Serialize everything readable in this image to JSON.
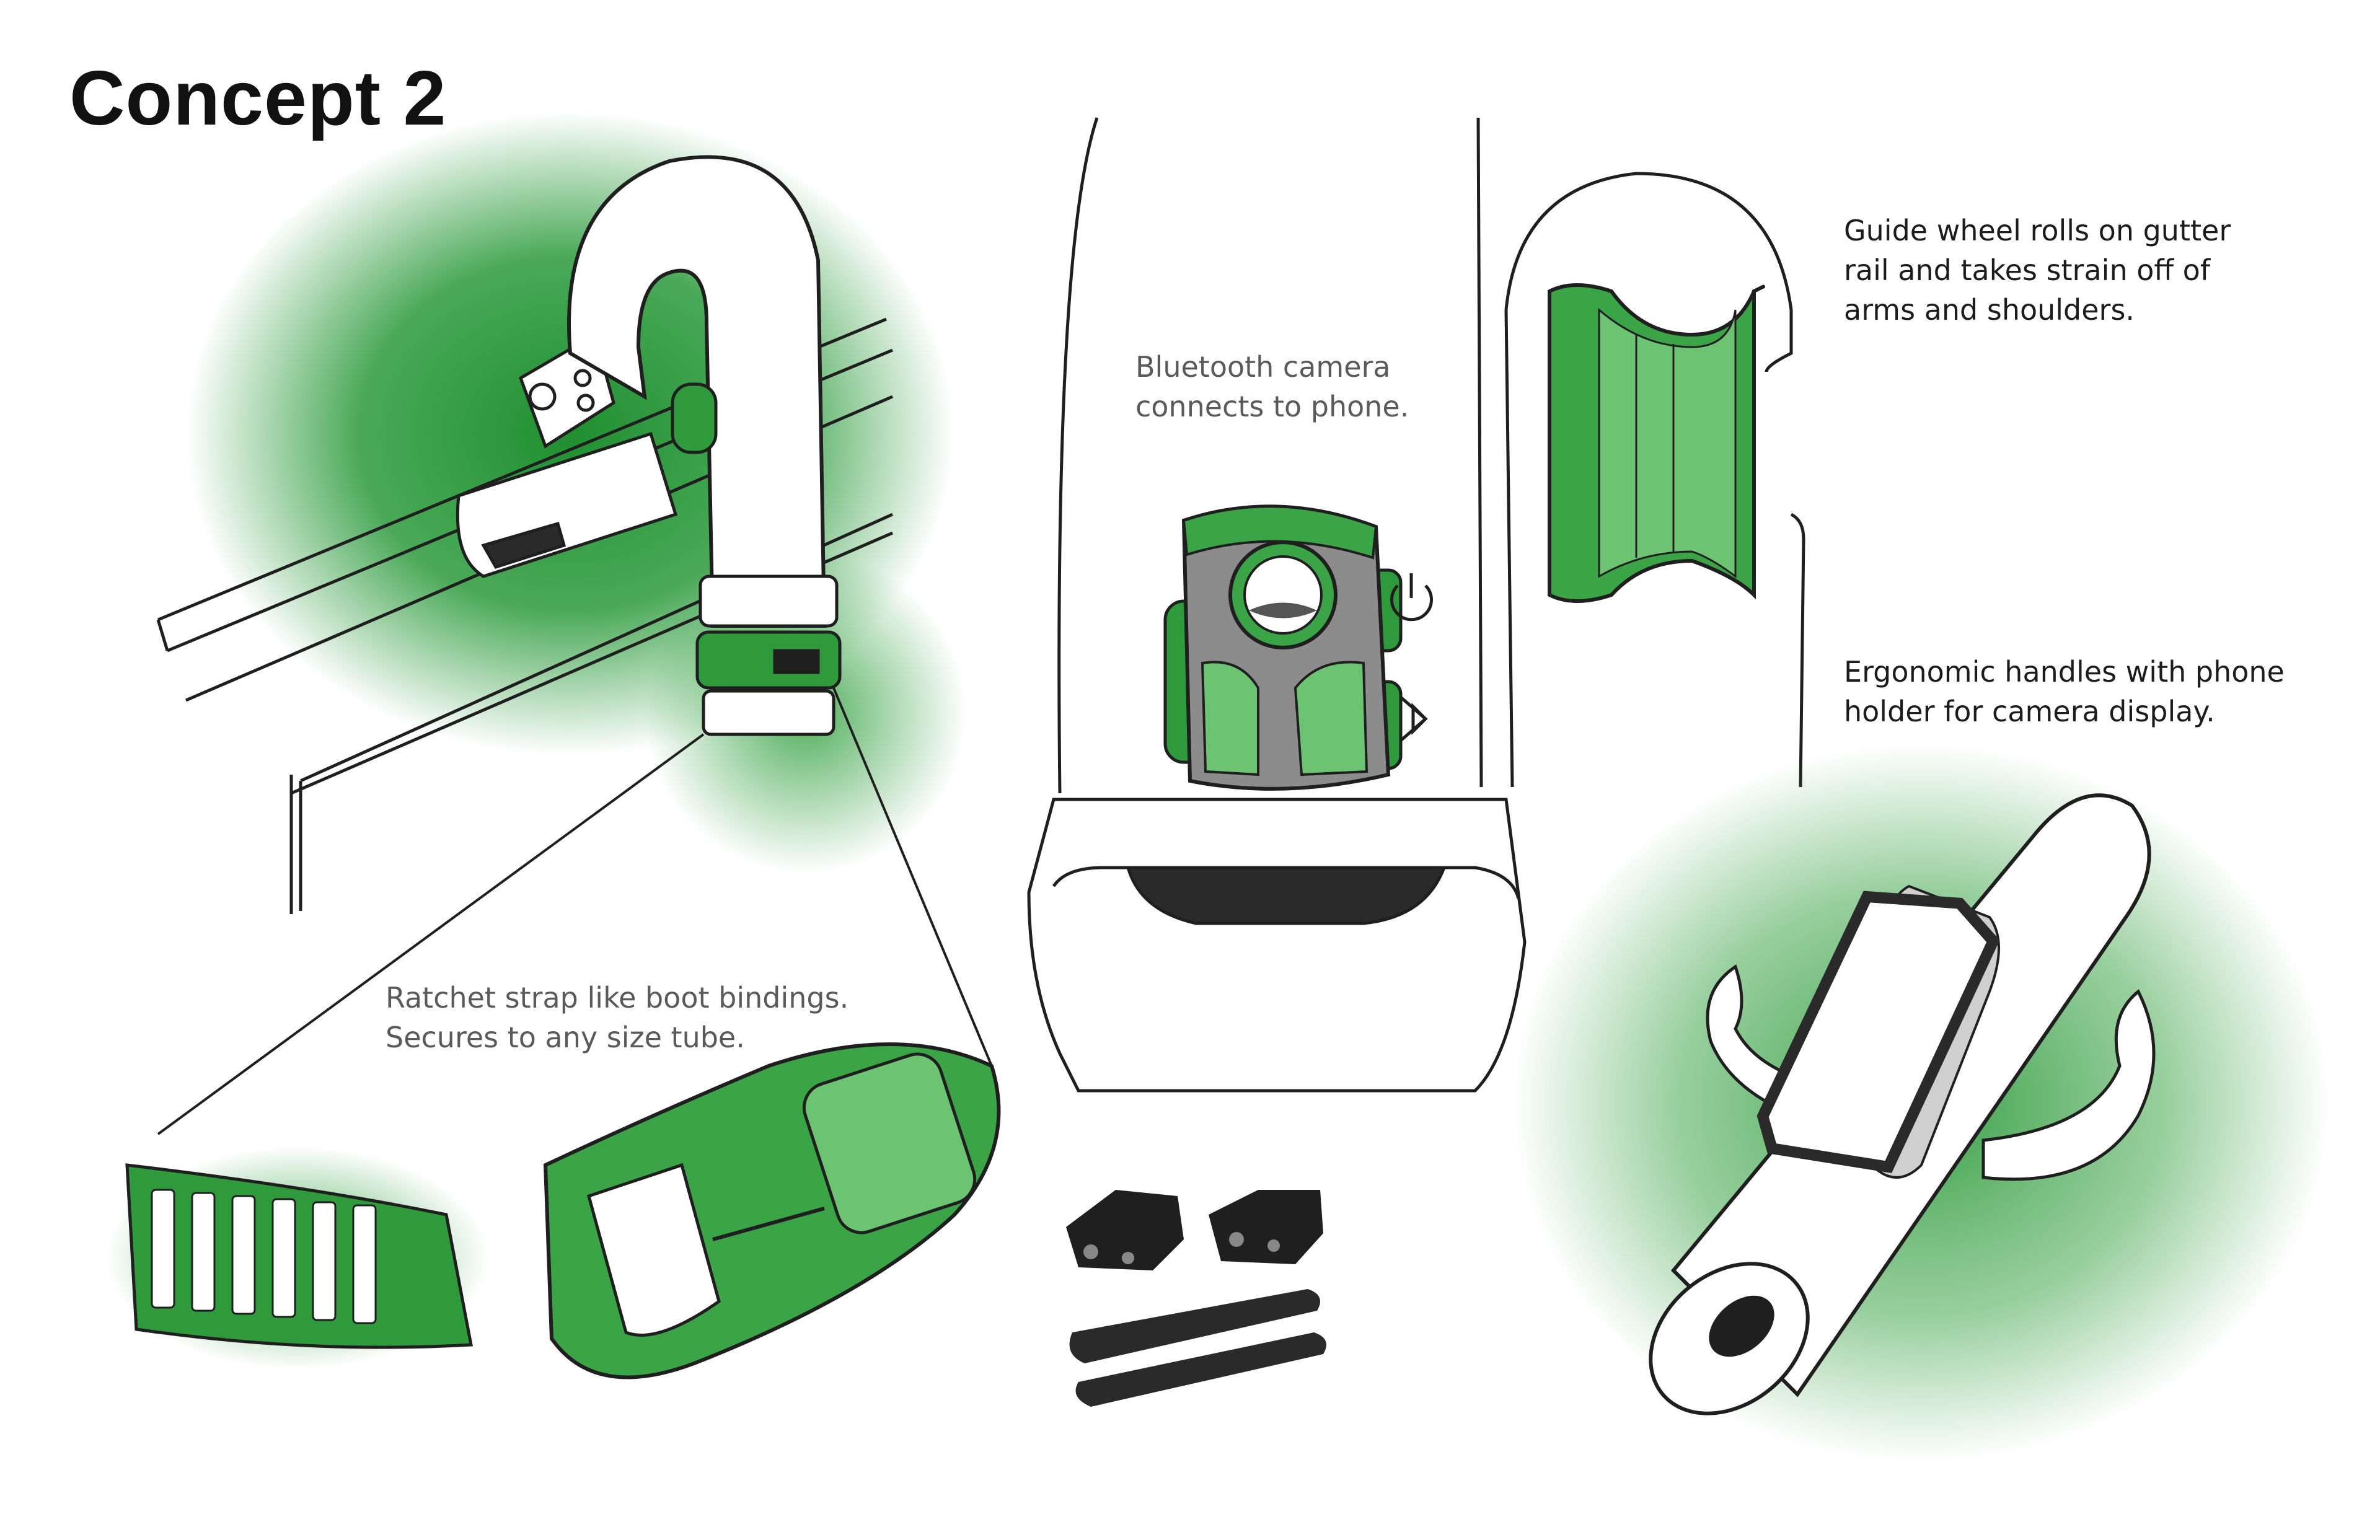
{
  "title": "Concept 2",
  "annotations": {
    "ratchet": [
      "Ratchet strap like boot bindings.",
      "Secures to any size tube."
    ],
    "camera": [
      "Bluetooth camera",
      "connects to phone."
    ],
    "wheel": [
      "Guide wheel rolls on gutter",
      "rail and takes strain off of",
      "arms and shoulders."
    ],
    "handles": [
      "Ergonomic handles with phone",
      "holder for camera display."
    ]
  },
  "icons": [
    "power-icon",
    "bluetooth-icon"
  ],
  "colors": {
    "accent_green": "#2e9a3c",
    "light_green": "#6cc472",
    "ink": "#1f1f1f",
    "body_grey": "#8c8c8c"
  }
}
